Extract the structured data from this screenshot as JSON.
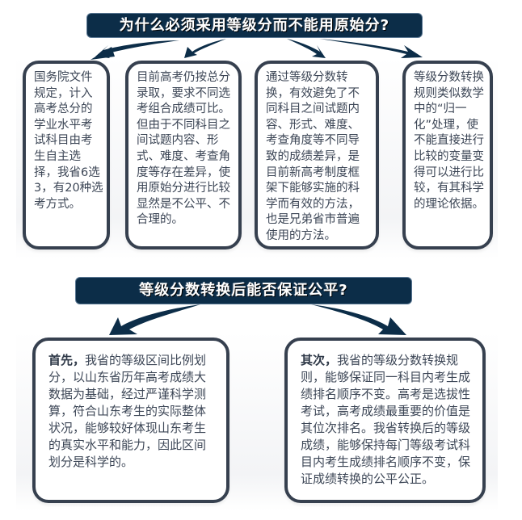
{
  "colors": {
    "banner_bg": "#0c2d48",
    "banner_text": "#ffffff",
    "box_border": "#36404f",
    "body_text": "#3c4656",
    "arrow": "#0c2d48"
  },
  "section1": {
    "title": "为什么必须采用等级分而不能用原始分?",
    "boxes": [
      {
        "text": "国务院文件规定，计入高考总分的学业水平考试科目由考生自主选择，我省6选3，有20种选考方式。"
      },
      {
        "text": "目前高考仍按总分录取，要求不同选考组合成绩可比。但由于不同科目之间试题内容、形式、难度、考查角度等存在差异，使用原始分进行比较显然是不公平、不合理的。"
      },
      {
        "text": "通过等级分数转换，有效避免了不同科目之间试题内容、形式、难度、考查角度等不同导致的成绩差异，是目前新高考制度框架下能够实施的科学而有效的方法，也是兄弟省市普遍使用的方法。"
      },
      {
        "text": "等级分数转换规则类似数学中的“归一化”处理，使不能直接进行比较的变量变得可以进行比较，有其科学的理论依据。"
      }
    ]
  },
  "section2": {
    "title": "等级分数转换后能否保证公平?",
    "boxes": [
      {
        "lead": "首先，",
        "text": "我省的等级区间比例划分，以山东省历年高考成绩大数据为基础，经过严谨科学测算，符合山东考生的实际整体状况，能够较好体现山东考生的真实水平和能力，因此区间划分是科学的。"
      },
      {
        "lead": "其次，",
        "text": "我省的等级分数转换规则，能够保证同一科目内考生成绩排名顺序不变。高考是选拔性考试，高考成绩最重要的价值是其位次排名。我省转换后的等级成绩，能够保持每门等级考试科目内考生成绩排名顺序不变，保证成绩转换的公平公正。"
      }
    ]
  }
}
